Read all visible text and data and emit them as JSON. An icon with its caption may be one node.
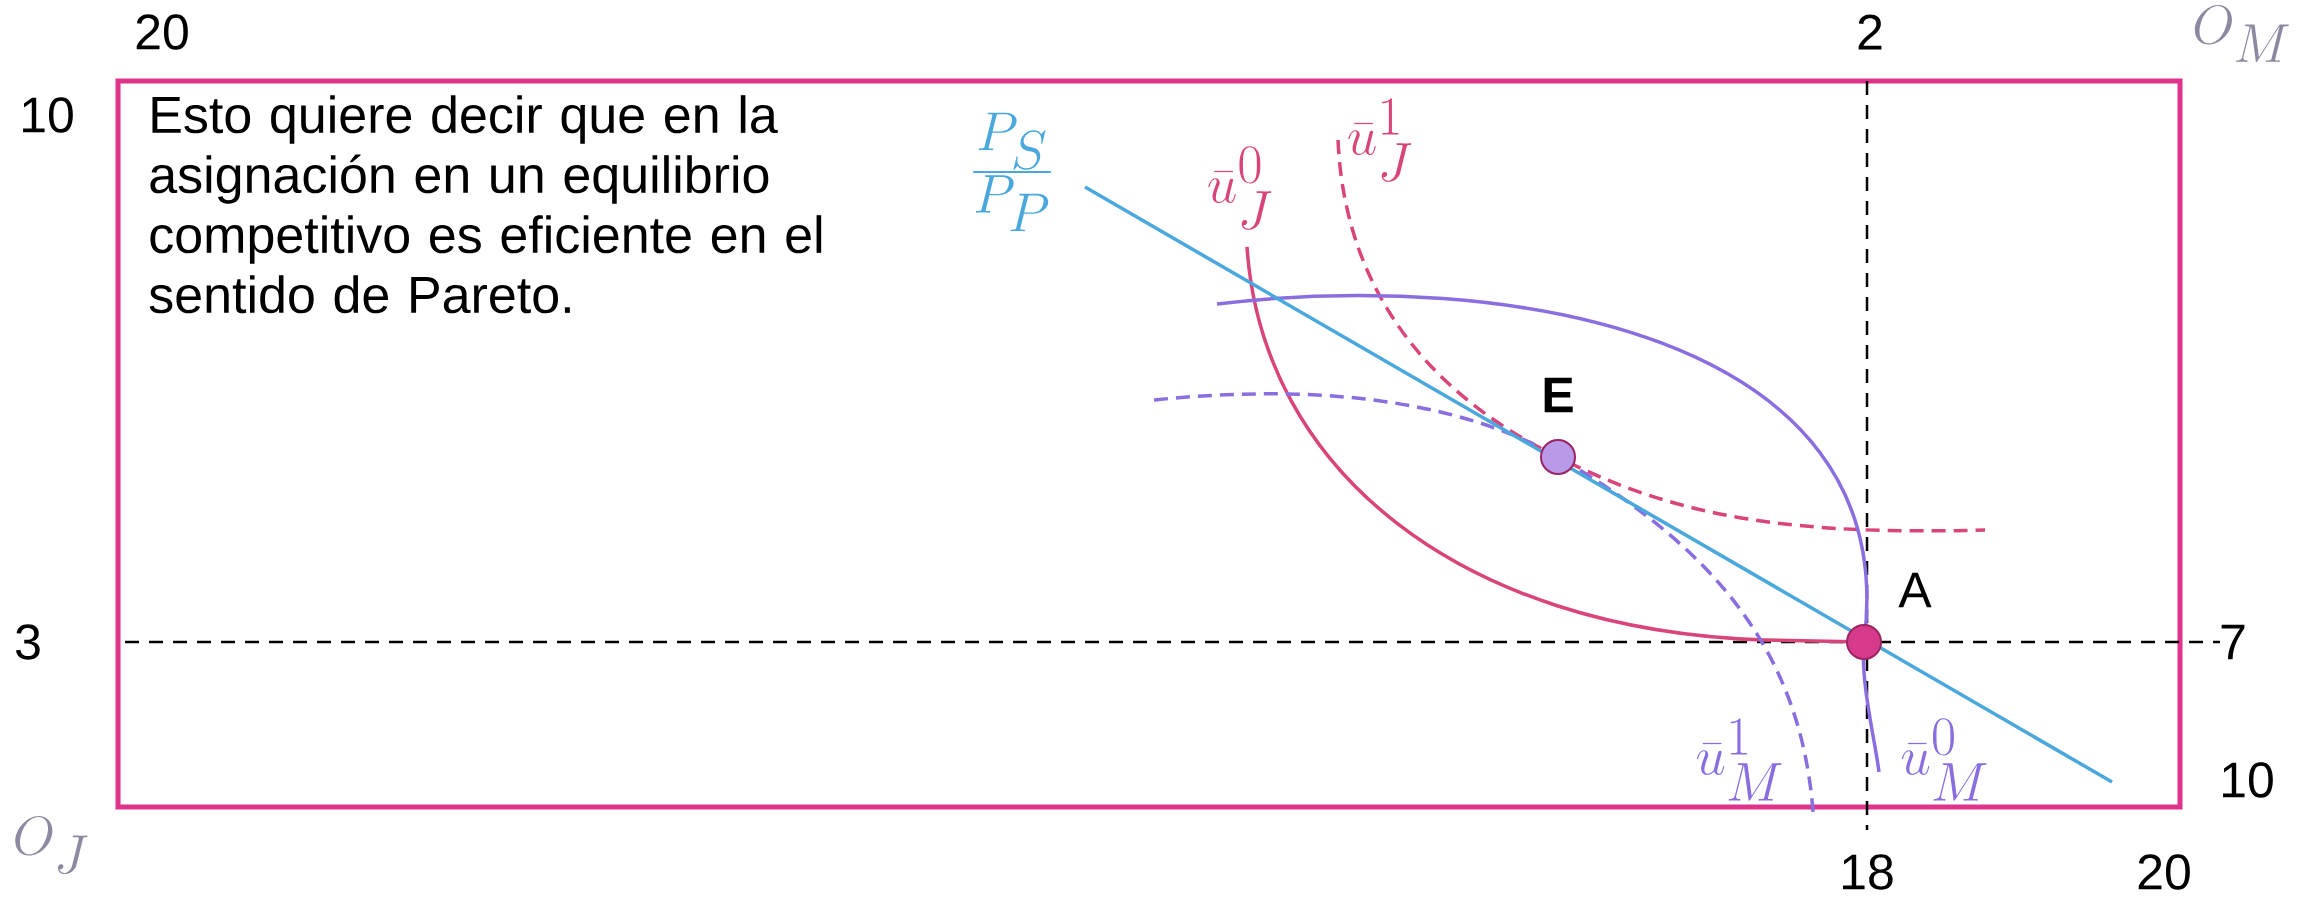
{
  "diagram": {
    "nodes": [
      {
        "text": [],
        "shape": "circle",
        "beside": [
          "E"
        ]
      },
      {
        "text": [],
        "shape": "circle",
        "beside": [
          "A"
        ]
      }
    ],
    "labels": [
      "20",
      "2",
      "O_M",
      "10",
      "Esto quiere decir que en la asignación en un equilibrio competitivo es eficiente en el sentido de Pareto.",
      "\\frac{P_S}{P_P}",
      "\\bar{u}_J^{0}",
      "\\bar{u}_J^{1}",
      "3",
      "7",
      "\\bar{u}_M^{1}",
      "\\bar{u}_M^{0}",
      "10",
      "O_J",
      "18",
      "20"
    ]
  }
}
